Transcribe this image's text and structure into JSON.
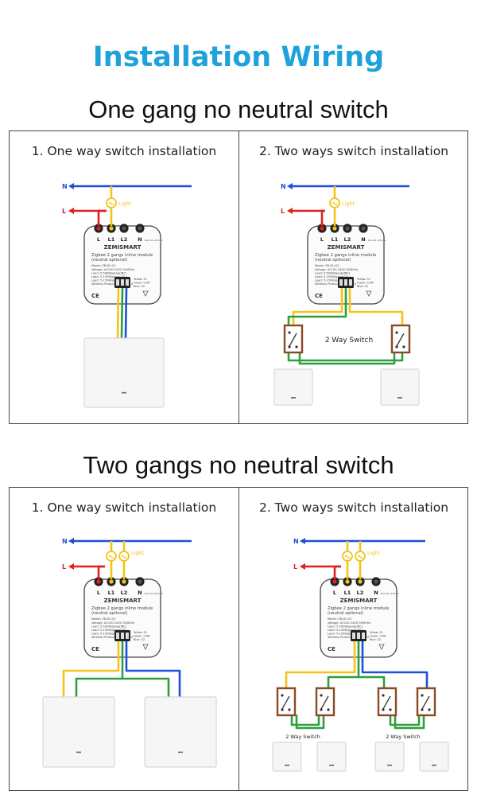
{
  "title": "Installation Wiring",
  "colors": {
    "title": "#1ea2dc",
    "neutral_wire": "#1f4fd8",
    "live_wire": "#e0201c",
    "light_wire": "#f2c41a",
    "green_wire": "#2e9e3e",
    "switch_brown": "#8b4a26"
  },
  "sections": [
    {
      "title": "One gang no neutral switch",
      "panels": [
        {
          "title": "1. One way switch installation"
        },
        {
          "title": "2. Two ways switch installation",
          "switch_label": "2 Way Switch"
        }
      ]
    },
    {
      "title": "Two gangs no neutral switch",
      "panels": [
        {
          "title": "1. One way switch installation"
        },
        {
          "title": "2. Two ways switch installation",
          "switch_label_left": "2 Way Switch",
          "switch_label_right": "2 Way Switch"
        }
      ]
    }
  ],
  "wiring": {
    "neutral_label": "N",
    "live_label": "L",
    "light_label": "Light"
  },
  "module": {
    "terminals": [
      "L",
      "L1",
      "L2",
      "N"
    ],
    "neutral_note": "Neutral optional",
    "brand": "ZEMISMART",
    "lines": [
      "Zigbee 2 gangs inline module",
      "(neutral optional)",
      "Model: ZB-DU-02",
      "Voltage: AC100-240V 50/60Hz",
      "Load: 5-500W/gang(INC)",
      "Load: 5-150W/gang(CFL)",
      "Load: 5-150W/gang(LED)",
      "Wireless Protocol: Zigbee 3.0"
    ],
    "side_info": [
      "Yellow: S1",
      "Green: COM",
      "Blue: S2"
    ],
    "cert": "CE"
  }
}
